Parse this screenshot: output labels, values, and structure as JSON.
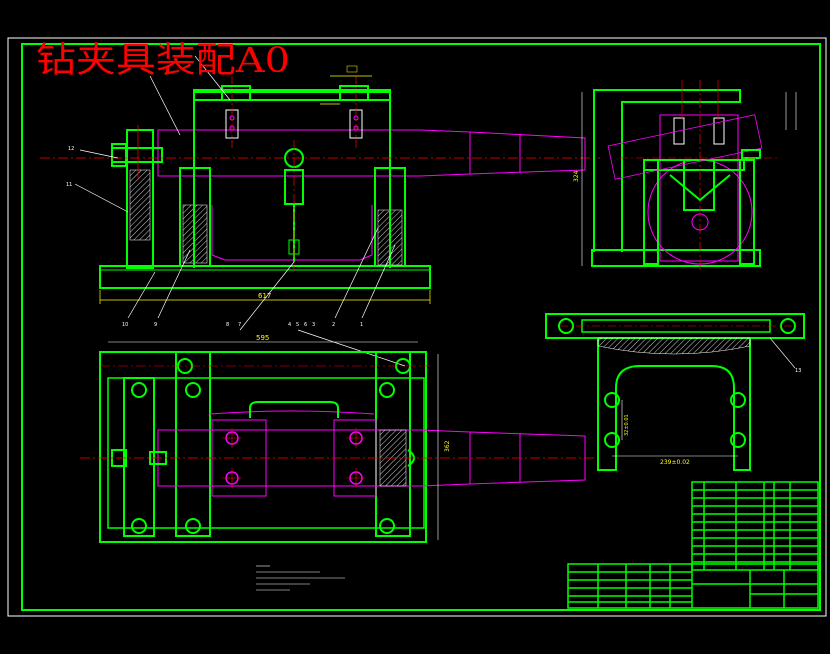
{
  "title": "钻夹具装配A0",
  "dimensions": {
    "front_width": "617",
    "plan_width": "595",
    "plan_height": "362",
    "side_height": "324",
    "detail_width": "239±0.02",
    "detail_height": "32±0.01"
  },
  "callouts": {
    "c12": "12",
    "c11": "11",
    "c10": "10",
    "c9": "9",
    "c8": "8",
    "c7": "7",
    "c4": "4",
    "c5": "5",
    "c6": "6",
    "c3": "3",
    "c2": "2",
    "c1": "1",
    "c13": "13"
  },
  "colors": {
    "frame": "#00ff00",
    "part": "#ff00ff",
    "centerline": "#ff0000",
    "dimension": "#ffff00",
    "white": "#ffffff",
    "background": "#000000"
  }
}
